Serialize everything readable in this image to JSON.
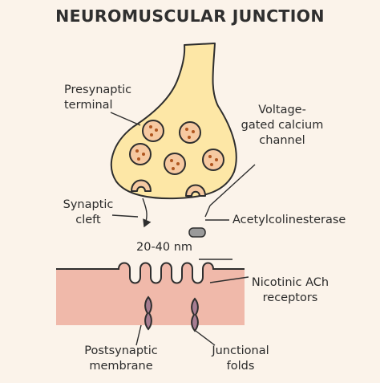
{
  "title": "NEUROMUSCULAR JUNCTION",
  "labels": {
    "presynaptic_terminal": [
      "Presynaptic",
      "terminal"
    ],
    "voltage_gated_calcium_channel": [
      "Voltage-",
      "gated calcium",
      "channel"
    ],
    "synaptic_cleft": [
      "Synaptic",
      "cleft"
    ],
    "acetylcholinesterase": "Acetylcolinesterase",
    "gap_distance": "20-40 nm",
    "nicotinic_ach_receptors": [
      "Nicotinic ACh",
      "receptors"
    ],
    "postsynaptic_membrane": [
      "Postsynaptic",
      "membrane"
    ],
    "junctional_folds": [
      "Junctional",
      "folds"
    ]
  },
  "colors": {
    "background": "#fbf3ea",
    "terminal_fill": "#fde7a6",
    "vesicle_fill": "#f6c9a1",
    "vesicle_dot": "#b0561f",
    "membrane_fill": "#f0b9aa",
    "receptor_fill": "#a77d92",
    "enzyme_fill": "#9a9a9a",
    "outline": "#2e2e2e"
  }
}
